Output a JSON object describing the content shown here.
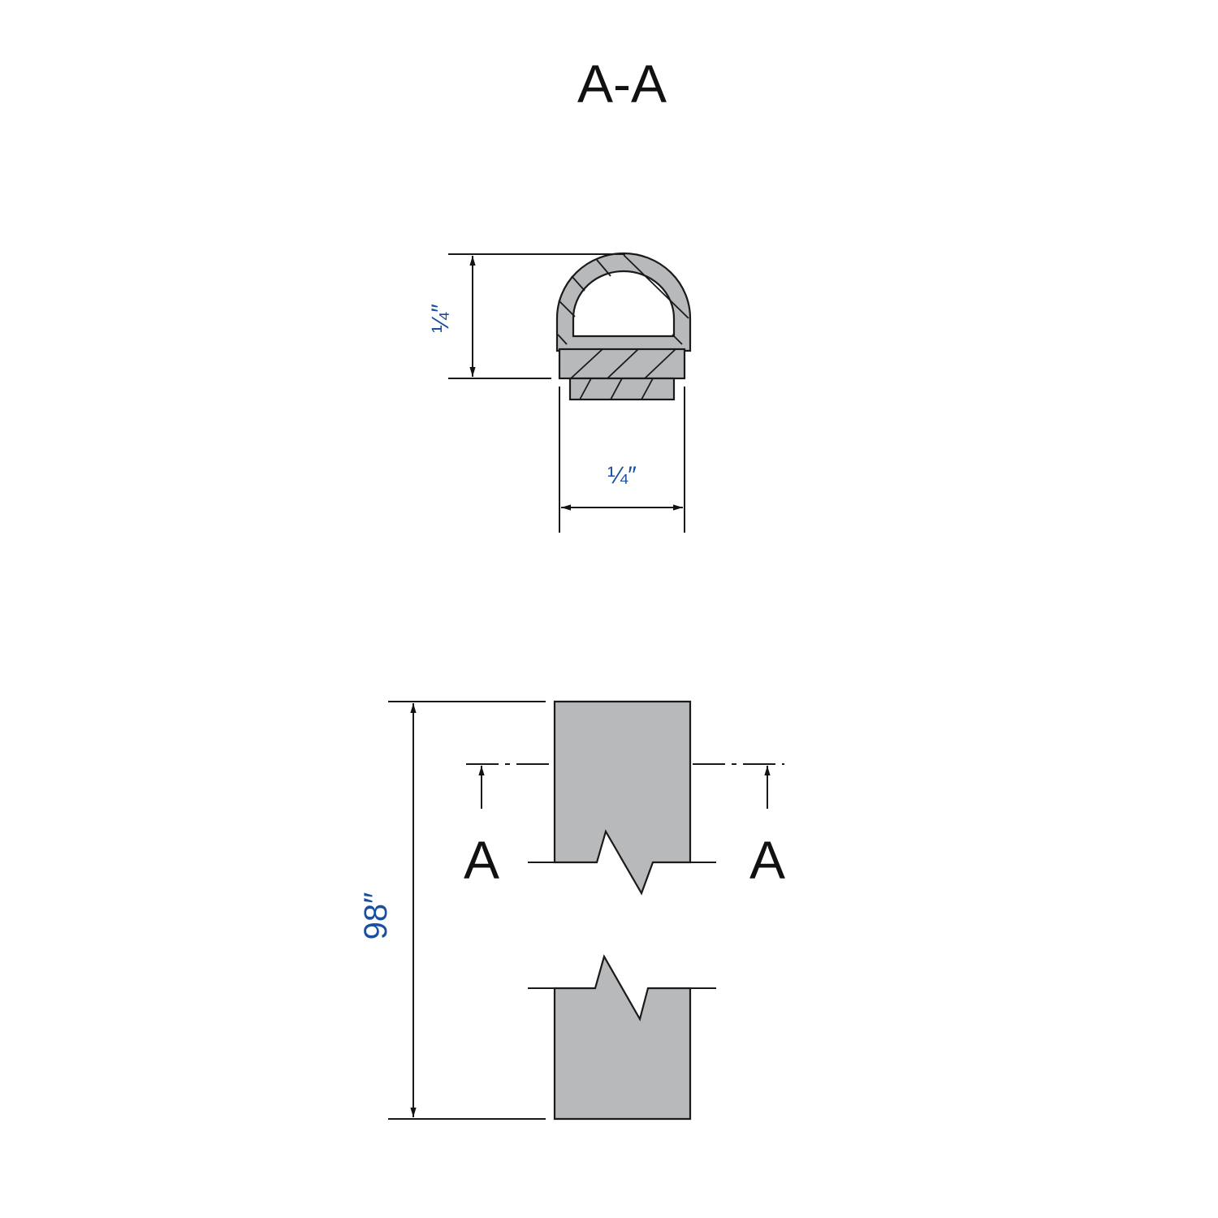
{
  "diagram": {
    "title": "A-A",
    "cross_section": {
      "height_label": "¼″",
      "width_label": "¼″",
      "height_value": "1/4 inch",
      "width_value": "1/4 inch"
    },
    "side_view": {
      "length_label": "98″",
      "length_value": "98 inch",
      "section_marker_left": "A",
      "section_marker_right": "A"
    },
    "colors": {
      "part_fill": "#b8b9bb",
      "line": "#1a1a1a",
      "dimension_text": "#1a4fa0"
    }
  }
}
